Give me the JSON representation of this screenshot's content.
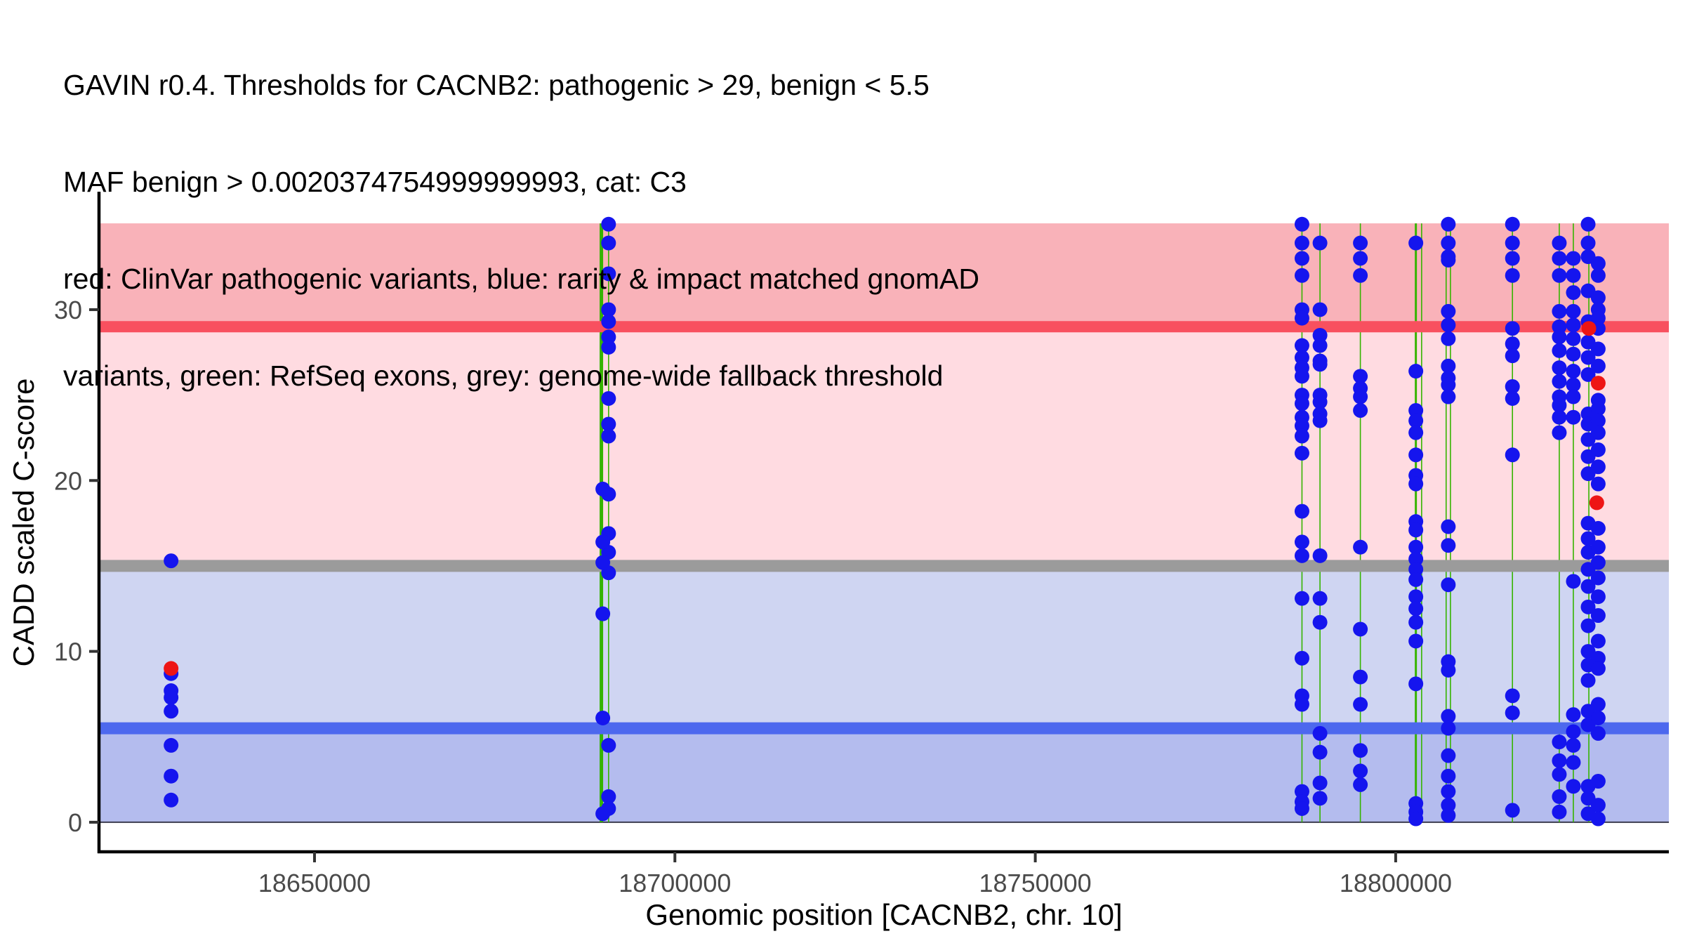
{
  "title_lines": [
    "GAVIN r0.4. Thresholds for CACNB2: pathogenic > 29, benign < 5.5",
    "MAF benign > 0.0020374754999999993, cat: C3",
    "red: ClinVar pathogenic variants, blue: rarity & impact matched gnomAD",
    "variants, green: RefSeq exons, grey: genome-wide fallback threshold"
  ],
  "chart_data": {
    "type": "scatter",
    "title": "GAVIN r0.4. Thresholds for CACNB2: pathogenic > 29, benign < 5.5 MAF benign > 0.0020374754999999993, cat: C3",
    "xlabel": "Genomic position [CACNB2, chr. 10]",
    "ylabel": "CADD scaled C-score",
    "xlim": [
      18620100,
      18837900
    ],
    "ylim": [
      -1.73,
      36.82
    ],
    "shade_ylim": [
      0,
      35.05
    ],
    "grid": false,
    "legend_position": "none (encoded in title)",
    "x_ticks": [
      {
        "pos": 18650000,
        "label": "18650000"
      },
      {
        "pos": 18700000,
        "label": "18700000"
      },
      {
        "pos": 18750000,
        "label": "18750000"
      },
      {
        "pos": 18800000,
        "label": "18800000"
      }
    ],
    "y_ticks": [
      {
        "v": 0,
        "label": "0"
      },
      {
        "v": 10,
        "label": "10"
      },
      {
        "v": 20,
        "label": "20"
      },
      {
        "v": 30,
        "label": "30"
      }
    ],
    "thresholds": {
      "pathogenic_gt": 29,
      "benign_lt": 5.5,
      "genome_wide_fallback": 15,
      "maf_benign_gt": "0.0020374754999999993",
      "category": "C3"
    },
    "bands": [
      {
        "name": "pathogenic-zone",
        "from": 29,
        "to": 35.05,
        "color": "#f9b2b9"
      },
      {
        "name": "uncertain-upper-zone",
        "from": 15,
        "to": 29,
        "color": "#ffdbe1"
      },
      {
        "name": "uncertain-lower-zone",
        "from": 5.5,
        "to": 15,
        "color": "#cfd5f2"
      },
      {
        "name": "benign-zone",
        "from": 0,
        "to": 5.5,
        "color": "#b4bcee"
      }
    ],
    "hlines": [
      {
        "name": "pathogenic-threshold",
        "v": 29,
        "color": "#f8505f",
        "width": 16
      },
      {
        "name": "fallback-threshold",
        "v": 15,
        "color": "#9b9b9b",
        "width": 17
      },
      {
        "name": "benign-threshold",
        "v": 5.5,
        "color": "#4d68ee",
        "width": 17
      }
    ],
    "exons": [
      {
        "pos": 18689800,
        "w": 5
      },
      {
        "pos": 18690800,
        "w": 1.6
      },
      {
        "pos": 18787000,
        "w": 1.6
      },
      {
        "pos": 18789500,
        "w": 1.6
      },
      {
        "pos": 18795100,
        "w": 1.6
      },
      {
        "pos": 18802800,
        "w": 3
      },
      {
        "pos": 18803600,
        "w": 1.6
      },
      {
        "pos": 18807000,
        "w": 1.6
      },
      {
        "pos": 18807600,
        "w": 1.6
      },
      {
        "pos": 18816200,
        "w": 1.6
      },
      {
        "pos": 18822700,
        "w": 1.6
      },
      {
        "pos": 18824650,
        "w": 1.6
      },
      {
        "pos": 18826800,
        "w": 1.6
      }
    ],
    "series": [
      {
        "name": "rarity & impact matched gnomAD variants",
        "color": "#1515ee",
        "clusters": [
          {
            "pos": 18630100,
            "values": [
              15.3,
              8.7,
              7.7,
              7.3,
              6.5,
              4.5,
              2.7,
              1.3
            ]
          },
          {
            "pos": 18690800,
            "values": [
              35.0,
              33.9,
              32.1,
              30.0,
              29.3,
              28.4,
              27.8,
              24.8,
              23.3,
              22.6,
              19.2,
              16.9,
              15.8,
              14.6,
              4.5,
              1.5,
              0.8
            ]
          },
          {
            "pos": 18690000,
            "values": [
              19.5,
              16.4,
              15.2,
              12.2,
              6.1,
              0.5
            ]
          },
          {
            "pos": 18787000,
            "values": [
              35.0,
              33.9,
              33.0,
              32.0,
              30.0,
              29.5,
              27.9,
              27.2,
              26.6,
              26.1,
              25.0,
              24.5,
              23.7,
              23.2,
              22.6,
              21.6,
              18.2,
              16.4,
              15.6,
              13.1,
              9.6,
              7.4,
              6.9,
              1.8,
              1.2,
              0.8
            ]
          },
          {
            "pos": 18789500,
            "values": [
              33.9,
              30.0,
              28.5,
              27.9,
              27.0,
              26.8,
              25.0,
              24.6,
              23.9,
              23.5,
              15.6,
              13.1,
              11.7,
              5.2,
              4.1,
              2.3,
              1.4
            ]
          },
          {
            "pos": 18795100,
            "values": [
              33.9,
              33.0,
              32.0,
              26.1,
              25.4,
              24.9,
              24.1,
              16.1,
              11.3,
              8.5,
              6.9,
              4.2,
              3.0,
              2.2
            ]
          },
          {
            "pos": 18802800,
            "values": [
              33.9,
              26.4,
              24.1,
              23.5,
              22.8,
              21.5,
              20.3,
              19.8,
              17.6,
              17.1,
              16.1,
              15.4,
              14.8,
              14.2,
              13.2,
              12.5,
              11.7,
              10.6,
              8.1,
              1.1,
              0.6,
              0.2
            ]
          },
          {
            "pos": 18807300,
            "values": [
              35.0,
              33.9,
              33.1,
              32.9,
              29.9,
              29.1,
              28.3,
              26.7,
              26.0,
              25.6,
              24.9,
              17.3,
              16.2,
              13.9,
              9.4,
              8.9,
              6.2,
              5.5,
              3.9,
              2.7,
              1.8,
              1.0,
              0.4
            ]
          },
          {
            "pos": 18816200,
            "values": [
              35.0,
              33.9,
              33.0,
              32.0,
              28.9,
              28.0,
              27.3,
              25.5,
              24.8,
              21.5,
              7.4,
              6.4,
              0.7
            ]
          },
          {
            "pos": 18822700,
            "values": [
              33.9,
              33.0,
              32.0,
              29.9,
              29.0,
              28.4,
              27.6,
              26.6,
              25.8,
              24.9,
              24.4,
              23.7,
              22.8,
              4.7,
              3.6,
              2.8,
              1.5,
              0.6
            ]
          },
          {
            "pos": 18824650,
            "values": [
              33.0,
              32.0,
              31.0,
              29.9,
              29.1,
              28.3,
              27.4,
              26.4,
              25.6,
              24.9,
              23.7,
              14.1,
              6.3,
              5.3,
              4.5,
              3.5,
              2.1
            ]
          },
          {
            "pos": 18826700,
            "values": [
              35.0,
              33.9,
              33.1,
              31.1,
              29.3,
              28.1,
              27.2,
              26.2,
              23.9,
              23.3,
              22.4,
              21.4,
              20.4,
              17.5,
              16.6,
              15.8,
              14.8,
              13.8,
              12.6,
              11.5,
              10.0,
              9.2,
              8.3,
              6.5,
              5.7,
              2.1,
              1.4,
              0.5
            ]
          },
          {
            "pos": 18828100,
            "values": [
              32.7,
              32.0,
              30.7,
              30.0,
              29.5,
              28.9,
              27.7,
              26.7,
              24.7,
              24.2,
              23.5,
              22.8,
              21.8,
              20.8,
              19.8,
              17.2,
              16.1,
              15.2,
              14.3,
              13.2,
              12.1,
              10.6,
              9.6,
              9.0,
              6.9,
              6.1,
              5.2,
              2.4,
              1.0,
              0.2
            ]
          }
        ]
      },
      {
        "name": "ClinVar pathogenic variants",
        "color": "#ee1515",
        "clusters": [
          {
            "pos": 18630100,
            "values": [
              9.0
            ]
          },
          {
            "pos": 18826800,
            "values": [
              28.9
            ]
          },
          {
            "pos": 18828100,
            "values": [
              25.7
            ]
          },
          {
            "pos": 18827900,
            "values": [
              18.7
            ]
          }
        ]
      }
    ],
    "zero_edge_color": "#3c3c50",
    "axis_color": "#000000",
    "point_radius": 10.5
  }
}
